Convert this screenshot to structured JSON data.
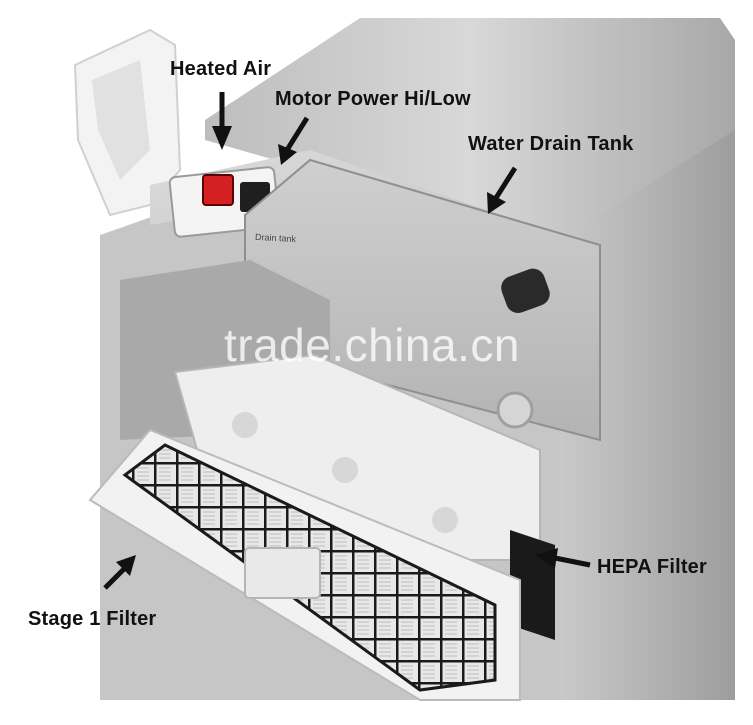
{
  "labels": {
    "heated_air": "Heated Air",
    "motor_power": "Motor Power Hi/Low",
    "water_drain_tank": "Water Drain Tank",
    "hepa_filter": "HEPA Filter",
    "stage1_filter": "Stage 1 Filter"
  },
  "product_text": {
    "drain_tank": "Drain tank"
  },
  "watermark": {
    "text": "trade.china.cn"
  },
  "colors": {
    "steel_light": "#d9d9d9",
    "steel_mid": "#b8b8b8",
    "steel_dark": "#8f8f8f",
    "switch_red": "#d42020",
    "filter_mesh": "#1a1a1a",
    "tray_white": "#f2f2f2"
  }
}
